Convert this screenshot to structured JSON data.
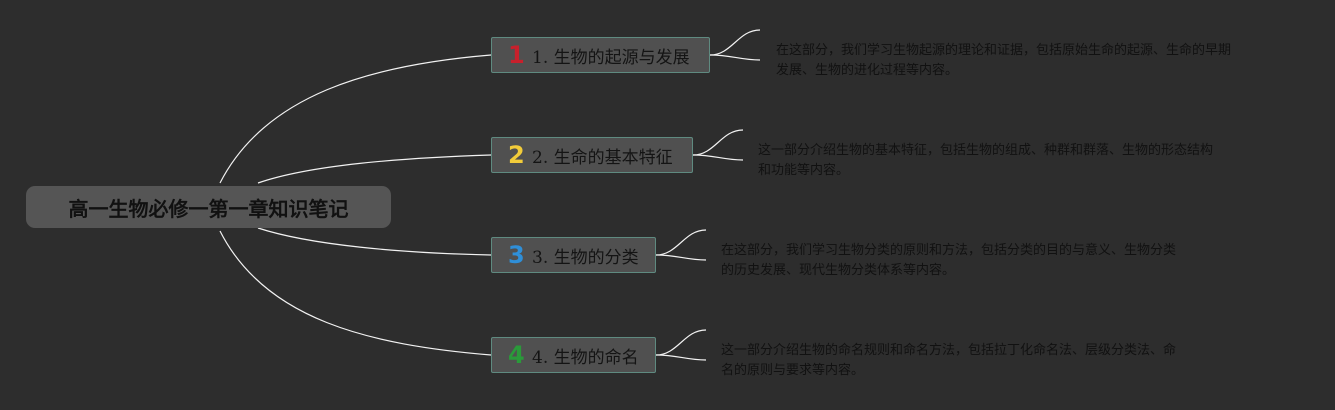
{
  "root": {
    "label": "高一生物必修一第一章知识笔记"
  },
  "topics": [
    {
      "marker": "1",
      "marker_color": "#c8202c",
      "label": "1. 生物的起源与发展",
      "note_lines": [
        "在这部分，我们学习生物起源的理论和证据，包括原始生命的起源、生命的早期",
        "发展、生物的进化过程等内容。"
      ]
    },
    {
      "marker": "2",
      "marker_color": "#f2cc3a",
      "label": "2. 生命的基本特征",
      "note_lines": [
        "这一部分介绍生物的基本特征，包括生物的组成、种群和群落、生物的形态结构",
        "和功能等内容。"
      ]
    },
    {
      "marker": "3",
      "marker_color": "#2f8fd8",
      "label": "3. 生物的分类",
      "note_lines": [
        "在这部分，我们学习生物分类的原则和方法，包括分类的目的与意义、生物分类",
        "的历史发展、现代生物分类体系等内容。"
      ]
    },
    {
      "marker": "4",
      "marker_color": "#2a9a3a",
      "label": "4. 生物的命名",
      "note_lines": [
        "这一部分介绍生物的命名规则和命名方法，包括拉丁化命名法、层级分类法、命",
        "名的原则与要求等内容。"
      ]
    }
  ]
}
